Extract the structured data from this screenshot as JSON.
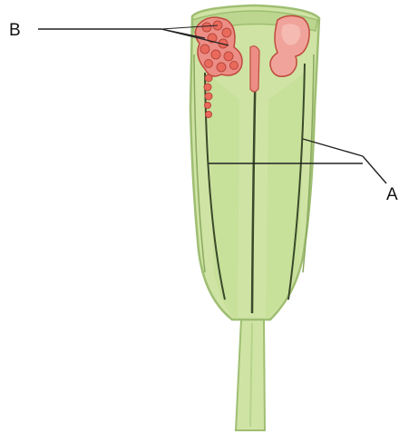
{
  "labels": {
    "b": "B",
    "a": "A"
  },
  "colors": {
    "tissue": "#cfe4a4",
    "tissue_edge": "#9fbe72",
    "tissue_dark": "#a9c97f",
    "seam": "#3a4a2a",
    "ovule_fill": "#ec8e86",
    "ovule_edge": "#c04a3e",
    "pollen": "#e96a5c",
    "pointer": "#222222"
  },
  "icons": {
    "structure": "stamen-longitudinal-section"
  }
}
